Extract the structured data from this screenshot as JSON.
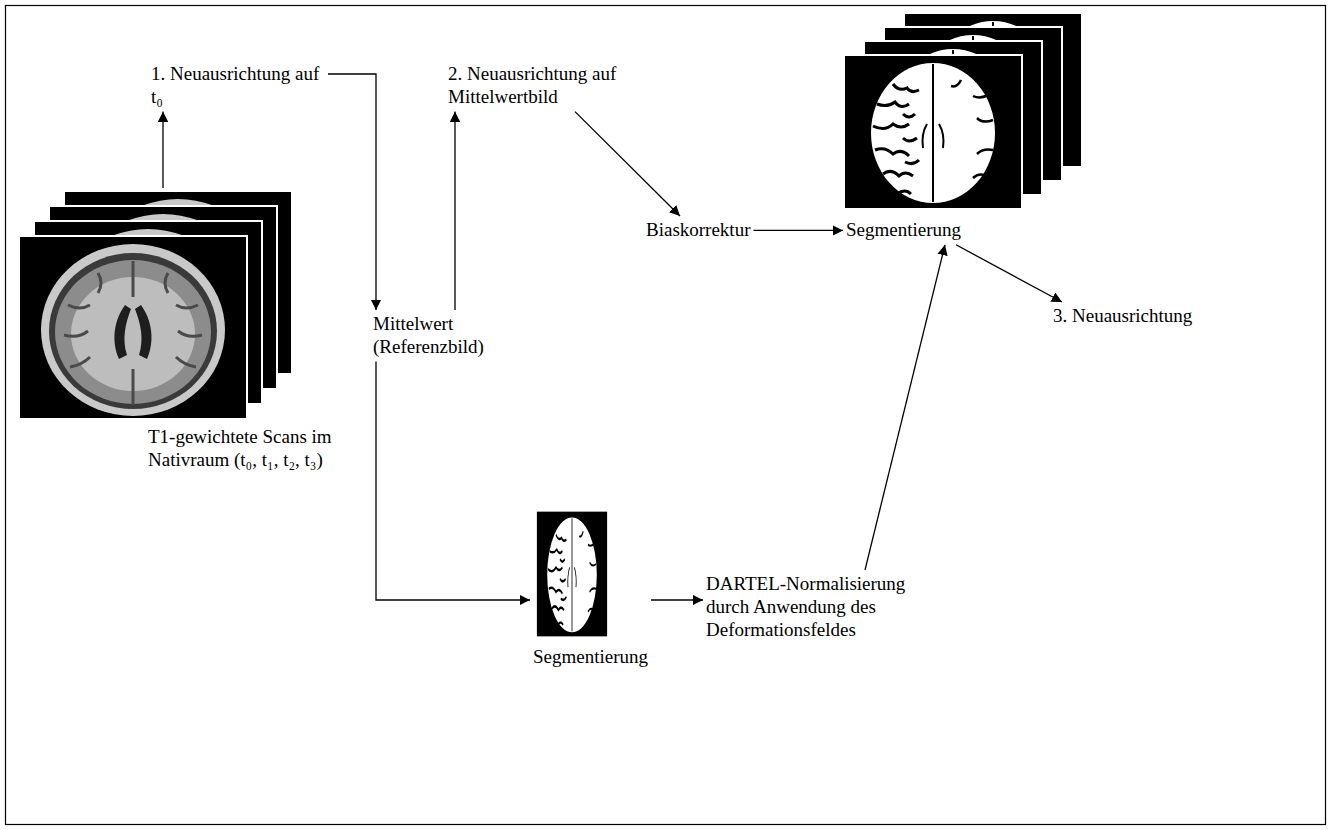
{
  "diagram": {
    "nodes": [
      {
        "text": [
          "1. Neuausrichtung auf t₀"
        ]
      },
      {
        "text": [
          "2. Neuausrichtung auf Mittelwertbild"
        ]
      },
      {
        "text": [
          "Biaskorrektur"
        ]
      },
      {
        "text": [
          "Segmentierung"
        ]
      },
      {
        "text": [
          "3. Neuausrichtung"
        ]
      },
      {
        "text": [
          "T1-gewichtete Scans im Nativraum (t₀, t₁, t₂, t₃)"
        ]
      },
      {
        "text": [
          "Mittelwert (Referenzbild)"
        ]
      },
      {
        "text": [
          "Segmentierung"
        ]
      },
      {
        "text": [
          "DARTEL-Normalisierung durch Anwendung des Deformationsfeldes"
        ]
      }
    ],
    "edges": [
      {
        "from": 5,
        "to": 0,
        "arrow": "to"
      },
      {
        "from": 0,
        "to": 6,
        "arrow": "to"
      },
      {
        "from": 6,
        "to": 1,
        "arrow": "to"
      },
      {
        "from": 1,
        "to": 2,
        "arrow": "to"
      },
      {
        "from": 2,
        "to": 3,
        "arrow": "to"
      },
      {
        "from": 3,
        "to": 4,
        "arrow": "to"
      },
      {
        "from": 6,
        "to": 7,
        "arrow": "to"
      },
      {
        "from": 7,
        "to": 8,
        "arrow": "to"
      },
      {
        "from": 8,
        "to": 3,
        "arrow": "to"
      }
    ]
  }
}
